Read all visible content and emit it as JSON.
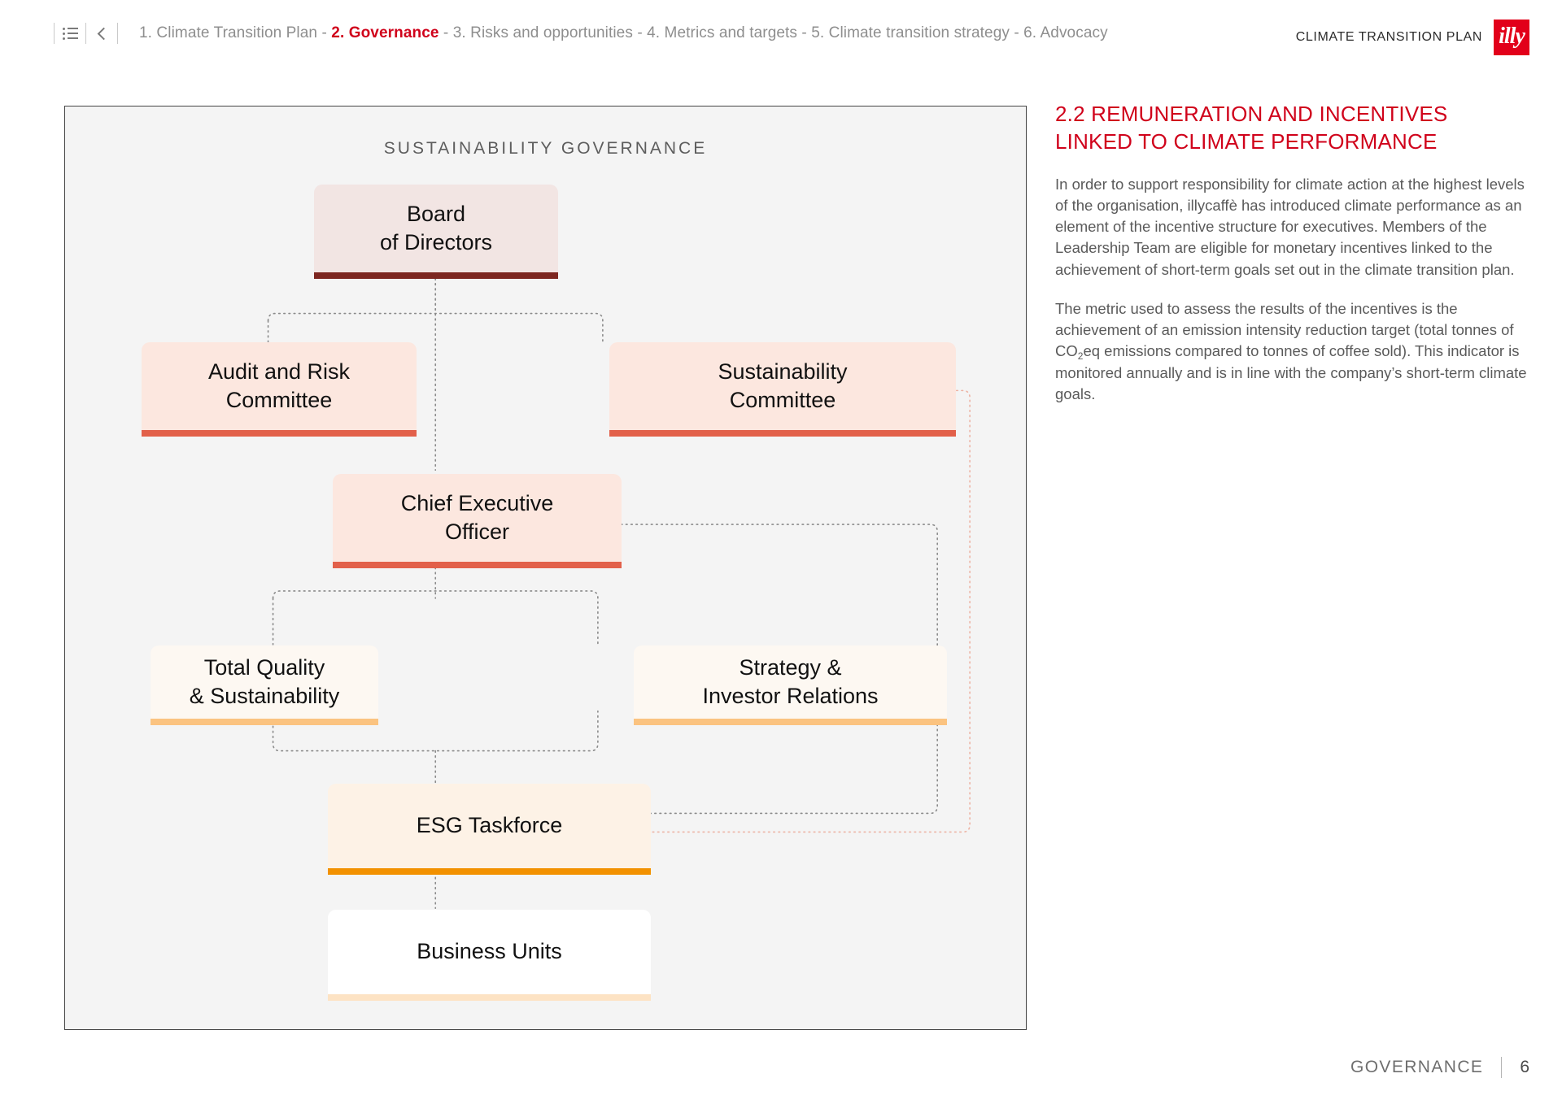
{
  "header": {
    "menu_icon": "list-menu-icon",
    "back_icon": "chevron-left-icon",
    "breadcrumb_pre": "1. Climate Transition Plan - ",
    "breadcrumb_active": "2. Governance",
    "breadcrumb_post": " - 3. Risks and opportunities - 4. Metrics and targets - 5. Climate transition strategy - 6. Advocacy",
    "brand_text": "CLIMATE TRANSITION PLAN",
    "logo_text": "illy",
    "logo_color": "#e2001a",
    "active_color": "#d0021b"
  },
  "diagram": {
    "title": "SUSTAINABILITY GOVERNANCE",
    "panel_bg": "#f4f4f4",
    "nodes": [
      {
        "id": "board",
        "label_line1": "Board",
        "label_line2": "of Directors",
        "fill": "#f2e5e3",
        "accent": "#7d2620"
      },
      {
        "id": "audit",
        "label_line1": "Audit and Risk",
        "label_line2": "Committee",
        "fill": "#fce7df",
        "accent": "#e2604a"
      },
      {
        "id": "sustco",
        "label_line1": "Sustainability",
        "label_line2": "Committee",
        "fill": "#fce7df",
        "accent": "#e2604a"
      },
      {
        "id": "ceo",
        "label_line1": "Chief Executive",
        "label_line2": "Officer",
        "fill": "#fce7df",
        "accent": "#e2604a"
      },
      {
        "id": "tqs",
        "label_line1": "Total Quality",
        "label_line2": "& Sustainability",
        "fill": "#fdf8f2",
        "accent": "#fbc380"
      },
      {
        "id": "sir",
        "label_line1": "Strategy &",
        "label_line2": "Investor Relations",
        "fill": "#fdf8f2",
        "accent": "#fbc380"
      },
      {
        "id": "esg",
        "label_line1": "ESG Taskforce",
        "label_line2": "",
        "fill": "#fdf2e6",
        "accent": "#f29100"
      },
      {
        "id": "biz",
        "label_line1": "Business Units",
        "label_line2": "",
        "fill": "#ffffff",
        "accent": "#fde3c4"
      }
    ],
    "connector_color": "#8a8a8a",
    "connector_accent_color": "#edb3a4"
  },
  "section": {
    "title_line1": "2.2 REMUNERATION AND INCENTIVES",
    "title_line2": "LINKED TO CLIMATE PERFORMANCE",
    "paragraph1": "In order to support responsibility for climate action at the highest levels of the organisation, illycaffè has introduced climate performance as an element of the incentive structure for executives. Members of the Leadership Team are eligible for monetary incentives linked to the achievement of short-term goals set out in the climate transition plan.",
    "paragraph2_a": "The metric used to assess the results of the incentives is the achievement of an emission intensity reduction target (total tonnes of CO",
    "paragraph2_sub": "2",
    "paragraph2_b": "eq emissions compared to tonnes of coffee sold). This indicator is monitored annually and is in line with the company’s short-term climate goals."
  },
  "footer": {
    "section_label": "GOVERNANCE",
    "page_number": "6"
  }
}
